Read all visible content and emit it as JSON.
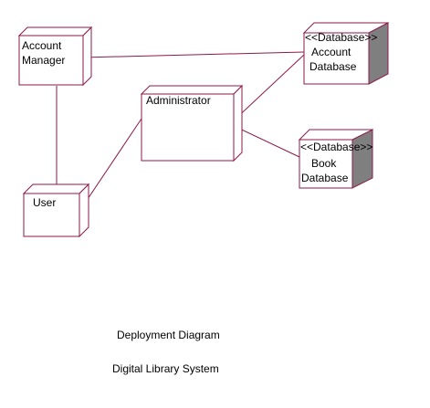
{
  "diagram": {
    "colors": {
      "outline": "#8b1a4a",
      "box_fill": "#ffffff",
      "database_side": "#7f7f7f",
      "text": "#000000"
    },
    "nodes": {
      "account_manager": {
        "line1": "Account",
        "line2": "Manager"
      },
      "administrator": {
        "label": "Administrator"
      },
      "user": {
        "label": "User"
      },
      "account_database": {
        "stereotype": "<<Database>>",
        "line1": "Account",
        "line2": "Database"
      },
      "book_database": {
        "stereotype": "<<Database>>",
        "line1": "Book",
        "line2": "Database"
      }
    }
  },
  "captions": {
    "title": "Deployment Diagram",
    "subtitle": "Digital Library System"
  }
}
